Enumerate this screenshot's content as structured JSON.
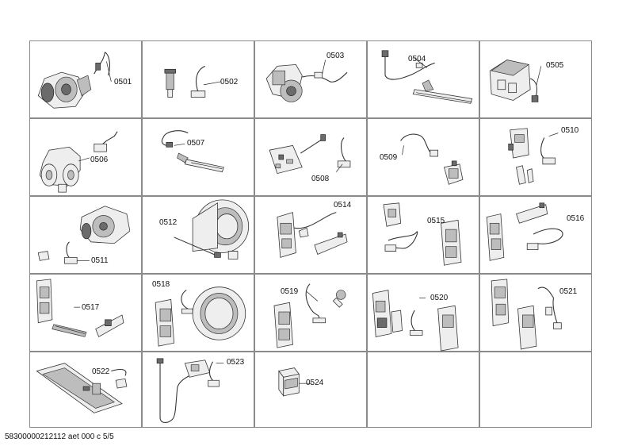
{
  "diagram": {
    "cells": [
      {
        "id": "0501"
      },
      {
        "id": "0502"
      },
      {
        "id": "0503"
      },
      {
        "id": "0504"
      },
      {
        "id": "0505"
      },
      {
        "id": "0506"
      },
      {
        "id": "0507"
      },
      {
        "id": "0508"
      },
      {
        "id": "0509"
      },
      {
        "id": "0510"
      },
      {
        "id": "0511"
      },
      {
        "id": "0512"
      },
      {
        "id": "0514"
      },
      {
        "id": "0515"
      },
      {
        "id": "0516"
      },
      {
        "id": "0517"
      },
      {
        "id": "0518"
      },
      {
        "id": "0519"
      },
      {
        "id": "0520"
      },
      {
        "id": "0521"
      },
      {
        "id": "0522"
      },
      {
        "id": "0523"
      },
      {
        "id": "0524"
      },
      {
        "id": ""
      },
      {
        "id": ""
      }
    ]
  },
  "footer": {
    "doc_code": "58300000212112 aet 000 c 5/5"
  }
}
